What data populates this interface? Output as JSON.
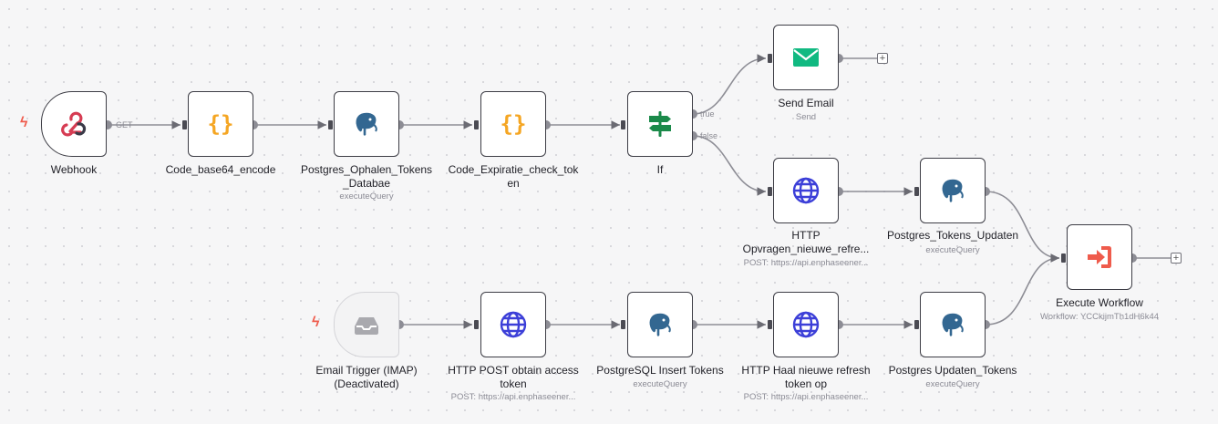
{
  "nodes": {
    "webhook": {
      "label": "Webhook",
      "sub": ""
    },
    "code_base64": {
      "label": "Code_base64_encode",
      "sub": ""
    },
    "postgres_ophalen": {
      "label": "Postgres_Ophalen_Tokens\n_Databae",
      "sub": "executeQuery"
    },
    "code_expiratie": {
      "label": "Code_Expiratie_check_tok\nen",
      "sub": ""
    },
    "if_node": {
      "label": "If",
      "sub": ""
    },
    "send_email": {
      "label": "Send Email",
      "sub": "Send"
    },
    "http_opvragen": {
      "label": "HTTP\nOpvragen_nieuwe_refre...",
      "sub": "POST: https://api.enphaseener..."
    },
    "postgres_tokens_updaten": {
      "label": "Postgres_Tokens_Updaten",
      "sub": "executeQuery"
    },
    "execute_workflow": {
      "label": "Execute Workflow",
      "sub": "Workflow: YCCkijmTh1dH6k44"
    },
    "email_trigger": {
      "label": "Email Trigger (IMAP)\n(Deactivated)",
      "sub": ""
    },
    "http_post_obtain": {
      "label": "HTTP POST obtain access\ntoken",
      "sub": "POST: https://api.enphaseener..."
    },
    "postgresql_insert": {
      "label": "PostgreSQL Insert Tokens",
      "sub": "executeQuery"
    },
    "http_haal": {
      "label": "HTTP Haal nieuwe refresh\ntoken op",
      "sub": "POST: https://api.enphaseener..."
    },
    "postgres_updaten_tokens": {
      "label": "Postgres Updaten_Tokens",
      "sub": "executeQuery"
    }
  },
  "edge_labels": {
    "get": "GET",
    "true": "true",
    "false": "false"
  },
  "plus_symbol": "+",
  "trigger_symbol": "ϟ",
  "icons": {
    "webhook": "webhook-icon",
    "code": "code-braces-icon",
    "postgres": "postgres-elephant-icon",
    "if": "signpost-icon",
    "email": "envelope-icon",
    "http": "globe-icon",
    "execute": "sign-in-arrow-icon",
    "imap": "inbox-tray-icon"
  },
  "colors": {
    "code": "#f5a623",
    "if": "#1b8a4a",
    "email": "#11b981",
    "http": "#3c3fd8",
    "postgres": "#336791",
    "execute": "#ef5b4c",
    "webhook_red": "#d63c53",
    "trigger": "#ef5b4c"
  }
}
